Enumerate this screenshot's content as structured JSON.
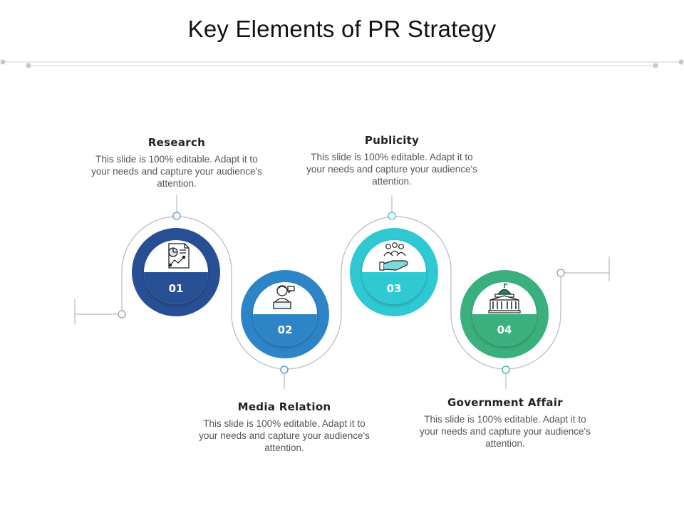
{
  "title": "Key Elements of PR Strategy",
  "colors": {
    "step1": "#274f94",
    "step2": "#2d85c8",
    "step3": "#2ec9d3",
    "step4": "#3bb07f",
    "connector": "#b9b9b9",
    "dot_stroke": "#5f95c8"
  },
  "steps": [
    {
      "number": "01",
      "title": "Research",
      "description": "This slide is 100% editable. Adapt it to your needs and capture your audience's attention.",
      "icon": "report-chart-icon"
    },
    {
      "number": "02",
      "title": "Media Relation",
      "description": "This slide is 100% editable. Adapt it to your needs and capture your audience's attention.",
      "icon": "news-anchor-icon"
    },
    {
      "number": "03",
      "title": "Publicity",
      "description": "This slide is 100% editable. Adapt it to your needs and capture your audience's attention.",
      "icon": "audience-hand-icon"
    },
    {
      "number": "04",
      "title": "Government Affair",
      "description": "This slide is 100% editable. Adapt it to your needs and capture your audience's attention.",
      "icon": "capitol-building-icon"
    }
  ]
}
